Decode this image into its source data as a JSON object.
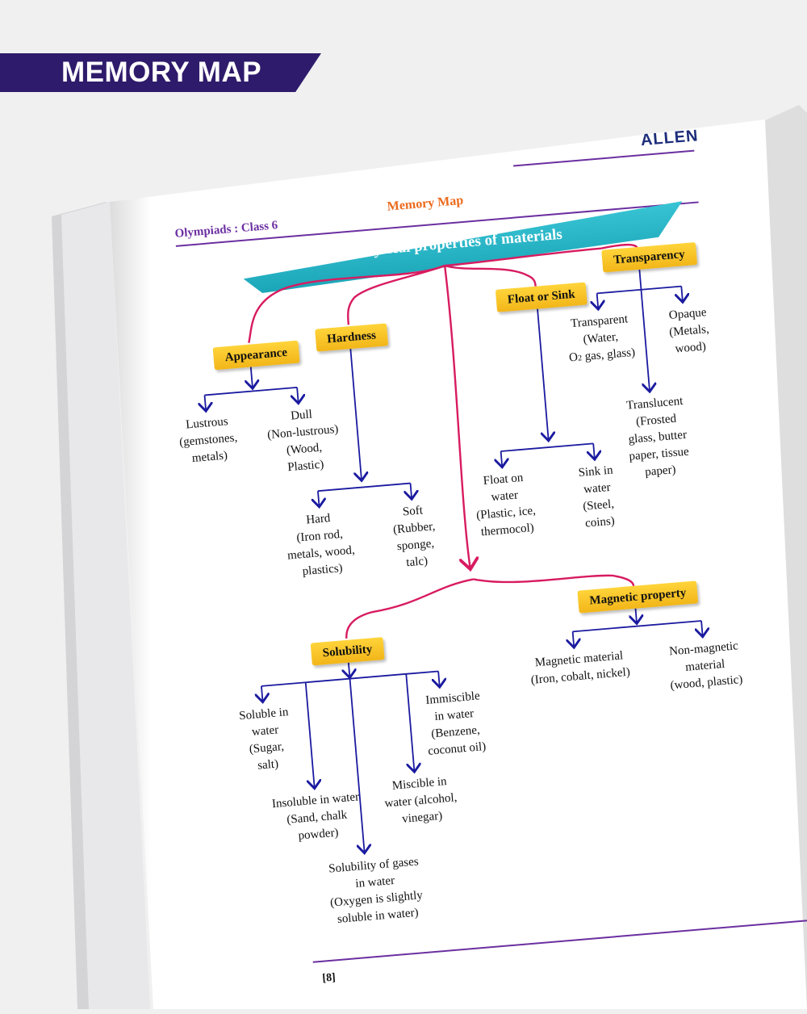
{
  "banner": {
    "title": "MEMORY MAP"
  },
  "header": {
    "brand": "ALLEN",
    "left": "Olympiads : Class 6",
    "center": "Memory Map"
  },
  "root": "Physical properties of materials",
  "nodes": {
    "appearance": "Appearance",
    "hardness": "Hardness",
    "float_sink": "Float or Sink",
    "transparency": "Transparency",
    "solubility": "Solubility",
    "magnetic": "Magnetic property"
  },
  "leaves": {
    "lustrous": [
      "Lustrous",
      "(gemstones,",
      "metals)"
    ],
    "dull": [
      "Dull",
      "(Non-lustrous)",
      "(Wood,",
      "Plastic)"
    ],
    "hard": [
      "Hard",
      "(Iron rod,",
      "metals, wood,",
      "plastics)"
    ],
    "soft": [
      "Soft",
      "(Rubber,",
      "sponge,",
      "talc)"
    ],
    "float_water": [
      "Float on",
      "water",
      "(Plastic, ice,",
      "thermocol)"
    ],
    "sink_water": [
      "Sink in",
      "water",
      "(Steel,",
      "coins)"
    ],
    "transparent": [
      "Transparent",
      "(Water,",
      "gas, glass)"
    ],
    "transparent_o2": "O",
    "transparent_o2_sub": "2",
    "opaque": [
      "Opaque",
      "(Metals,",
      "wood)"
    ],
    "translucent": [
      "Translucent",
      "(Frosted",
      "glass, butter",
      "paper, tissue",
      "paper)"
    ],
    "soluble": [
      "Soluble in",
      "water",
      "(Sugar,",
      "salt)"
    ],
    "insoluble": [
      "Insoluble in water",
      "(Sand, chalk",
      "powder)"
    ],
    "gases": [
      "Solubility of gases",
      "in water",
      "(Oxygen is slightly",
      "soluble in water)"
    ],
    "miscible": [
      "Miscible in",
      "water (alcohol,",
      "vinegar)"
    ],
    "immiscible": [
      "Immiscible",
      "in water",
      "(Benzene,",
      "coconut oil)"
    ],
    "magnetic_mat": [
      "Magnetic material",
      "(Iron, cobalt, nickel)"
    ],
    "non_magnetic": [
      "Non-magnetic",
      "material",
      "(wood, plastic)"
    ]
  },
  "page_number": "[8]",
  "colors": {
    "banner": "#2f1b6b",
    "primary_link": "#d81b60",
    "secondary_link": "#1a1aa0",
    "node_fill": "#f7c12a",
    "title_fill": "#24b4c6",
    "header_line": "#6b2fa0",
    "header_center": "#ec6a1c"
  }
}
